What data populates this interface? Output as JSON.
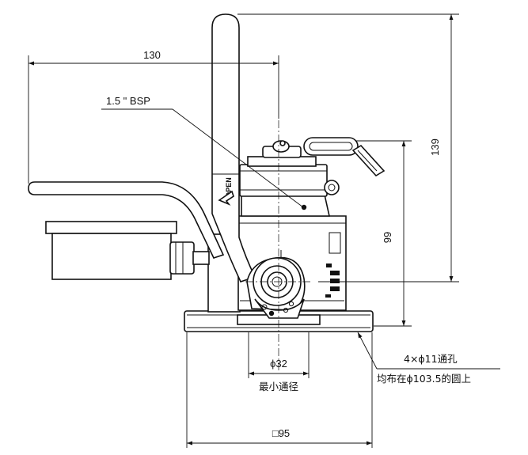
{
  "dimensions": {
    "handle_span": "130",
    "total_height": "139",
    "mid_height": "99",
    "bore_diameter": "ϕ32",
    "bore_caption": "最小通径",
    "flange_square": "□95",
    "bolt_holes_line1": "4×ϕ11通孔",
    "bolt_holes_line2": "均布在ϕ103.5的圆上",
    "thread_callout": "1.5 \" BSP"
  },
  "handle": {
    "direction_label": "OPEN"
  }
}
